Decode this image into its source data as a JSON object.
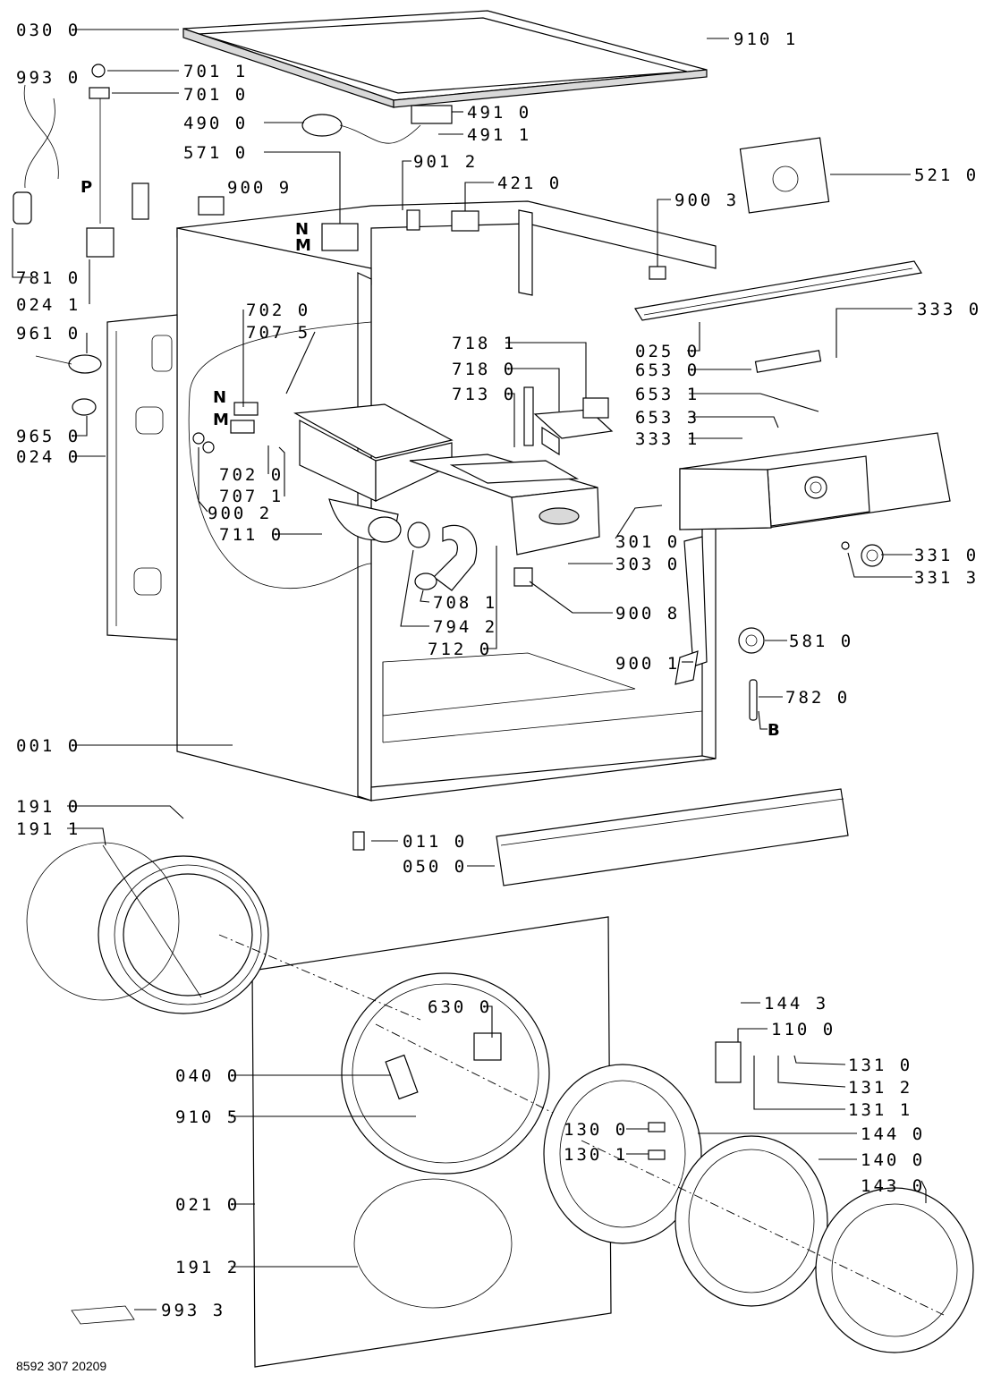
{
  "labels": {
    "l0300": "030 0",
    "l9101": "910 1",
    "l9930": "993 0",
    "l7011": "701 1",
    "l7010": "701 0",
    "l4900": "490 0",
    "l4910": "491 0",
    "l4911": "491 1",
    "l5710": "571 0",
    "l9012": "901 2",
    "l4210": "421 0",
    "l5210": "521 0",
    "l9009": "900 9",
    "l9003": "900 3",
    "l7810": "781 0",
    "l0241": "024 1",
    "l7020a": "702 0",
    "l7075": "707 5",
    "l3330": "333 0",
    "l9610": "961 0",
    "l0250": "025 0",
    "l7181": "718 1",
    "l7180": "718 0",
    "l7130": "713 0",
    "l6530": "653 0",
    "l6531": "653 1",
    "l6533": "653 3",
    "l3331": "333 1",
    "l9650": "965 0",
    "l0240": "024 0",
    "l7020b": "702 0",
    "l7071": "707 1",
    "l9002": "900 2",
    "l7110": "711 0",
    "l3010": "301 0",
    "l3030": "303 0",
    "l3310": "331 0",
    "l3313": "331 3",
    "l7081": "708 1",
    "l7942": "794 2",
    "l7120": "712 0",
    "l9008": "900 8",
    "l5810": "581 0",
    "l9001": "900 1",
    "l7820": "782 0",
    "l0010": "001 0",
    "l1910": "191 0",
    "l1911": "191 1",
    "l0110": "011 0",
    "l0500": "050 0",
    "l1443": "144 3",
    "l6300": "630 0",
    "l1100": "110 0",
    "l0400": "040 0",
    "l1310": "131 0",
    "l1312": "131 2",
    "l1311": "131 1",
    "l9105": "910 5",
    "l1300": "130 0",
    "l1440": "144 0",
    "l1301": "130 1",
    "l1400": "140 0",
    "l1430": "143 0",
    "l0210": "021 0",
    "l1912": "191 2",
    "l9933": "993 3"
  },
  "letters": {
    "P": "P",
    "N1": "N",
    "M1": "M",
    "N2": "N",
    "M2": "M",
    "B": "B"
  },
  "footer": {
    "code": "8592 307 20209"
  }
}
